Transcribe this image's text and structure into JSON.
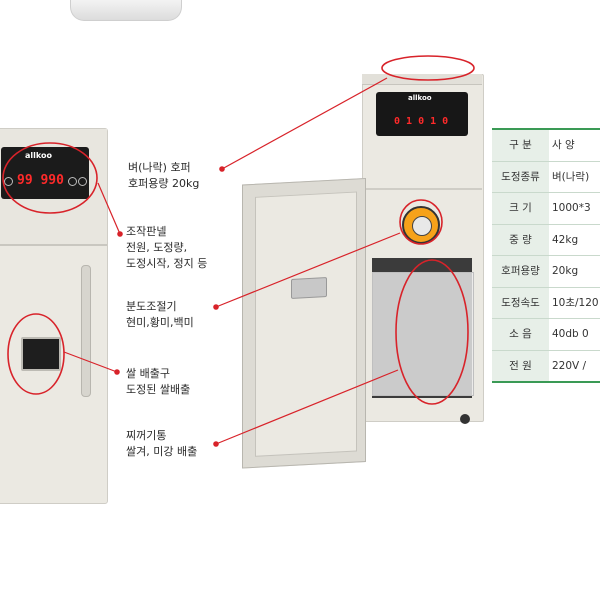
{
  "colors": {
    "annotation": "#d8232a",
    "table_accent": "#3a9a55",
    "machine": "#eceae3",
    "display_text": "#ff2a2a"
  },
  "left_machine": {
    "brand": "allkoo",
    "display_value": "99 990"
  },
  "right_machine": {
    "brand": "allkoo",
    "display_value": "0 1 0 1 0"
  },
  "annotations": [
    {
      "lines": [
        "벼(나락) 호퍼",
        "호퍼용량 20kg"
      ]
    },
    {
      "lines": [
        "조작판넬",
        "전원, 도정량,",
        "도정시작, 정지 등"
      ]
    },
    {
      "lines": [
        "분도조절기",
        "현미,황미,백미"
      ]
    },
    {
      "lines": [
        "쌀 배출구",
        "도정된 쌀배출"
      ]
    },
    {
      "lines": [
        "찌꺼기통",
        "쌀겨, 미강 배출"
      ]
    }
  ],
  "spec_table": {
    "header": {
      "key": "구 분",
      "value": "사 양"
    },
    "rows": [
      {
        "key": "도정종류",
        "value": "벼(나락)"
      },
      {
        "key": "크 기",
        "value": "1000*3"
      },
      {
        "key": "중 량",
        "value": "42kg"
      },
      {
        "key": "호퍼용량",
        "value": "20kg"
      },
      {
        "key": "도정속도",
        "value": "10초/120"
      },
      {
        "key": "소 음",
        "value": "40db 0"
      },
      {
        "key": "전 원",
        "value": "220V /"
      }
    ]
  }
}
